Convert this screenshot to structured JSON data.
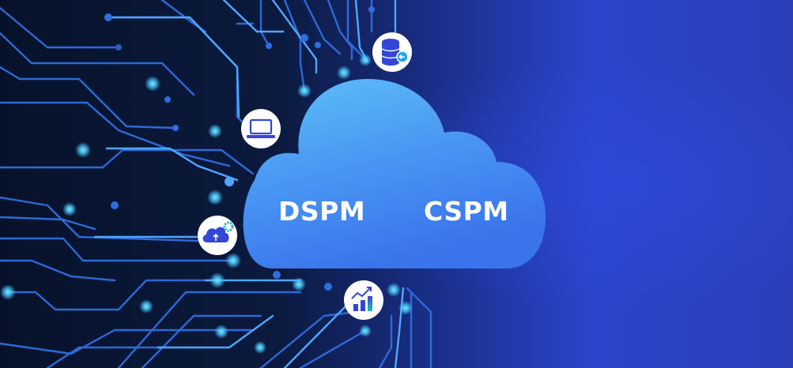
{
  "banner": {
    "cloud_labels": {
      "left": "DSPM",
      "right": "CSPM"
    },
    "icons": [
      {
        "name": "database-icon",
        "position": "top"
      },
      {
        "name": "laptop-icon",
        "position": "upper-left"
      },
      {
        "name": "cloud-upload-gear-icon",
        "position": "lower-left"
      },
      {
        "name": "growth-chart-icon",
        "position": "bottom"
      }
    ],
    "colors": {
      "background_dark": "#0a1530",
      "background_right": "#2b45d0",
      "cloud_top": "#5ab8f5",
      "cloud_bottom": "#3a78ef",
      "circuit_line": "#2f6ee0",
      "circuit_glow": "#5ee0ff",
      "icon_blue": "#3346d6",
      "icon_teal": "#20b5b0"
    }
  }
}
